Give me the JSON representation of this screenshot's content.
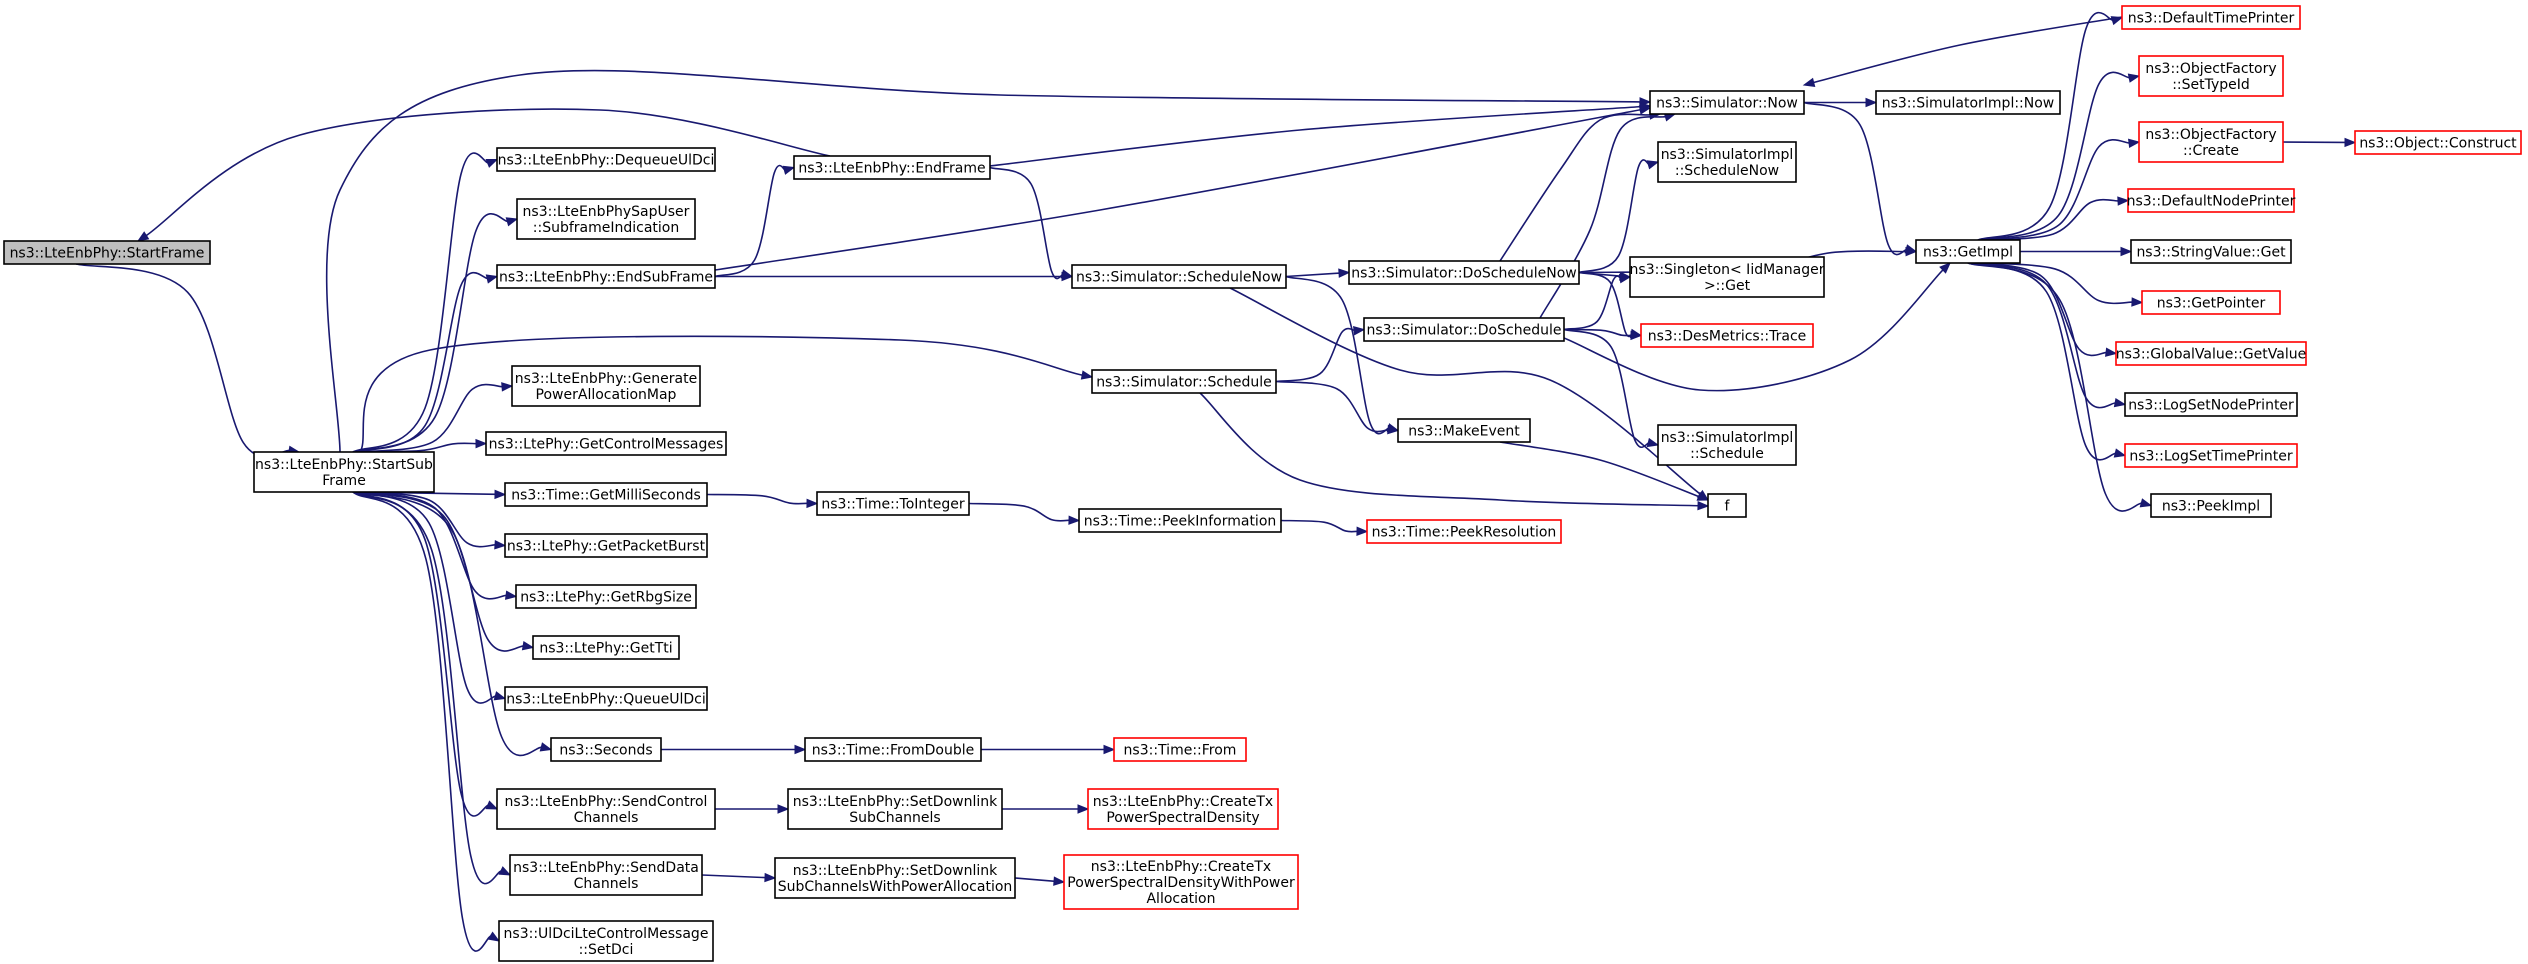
{
  "colors": {
    "edge": "#191970",
    "root_fill": "#bfbfbf",
    "node_border": "#000000",
    "undocumented_border": "#ff0000"
  },
  "nodes": {
    "start_frame": {
      "lines": [
        "ns3::LteEnbPhy::StartFrame"
      ],
      "style": "root"
    },
    "start_subframe": {
      "lines": [
        "ns3::LteEnbPhy::StartSub",
        "Frame"
      ],
      "style": "normal"
    },
    "dequeue_ul_dci": {
      "lines": [
        "ns3::LteEnbPhy::DequeueUlDci"
      ],
      "style": "normal"
    },
    "sap_user_subframe": {
      "lines": [
        "ns3::LteEnbPhySapUser",
        "::SubframeIndication"
      ],
      "style": "normal"
    },
    "end_subframe": {
      "lines": [
        "ns3::LteEnbPhy::EndSubFrame"
      ],
      "style": "normal"
    },
    "generate_power_map": {
      "lines": [
        "ns3::LteEnbPhy::Generate",
        "PowerAllocationMap"
      ],
      "style": "normal"
    },
    "get_control_messages": {
      "lines": [
        "ns3::LtePhy::GetControlMessages"
      ],
      "style": "normal"
    },
    "get_milliseconds": {
      "lines": [
        "ns3::Time::GetMilliSeconds"
      ],
      "style": "normal"
    },
    "get_packet_burst": {
      "lines": [
        "ns3::LtePhy::GetPacketBurst"
      ],
      "style": "normal"
    },
    "get_rbg_size": {
      "lines": [
        "ns3::LtePhy::GetRbgSize"
      ],
      "style": "normal"
    },
    "get_tti": {
      "lines": [
        "ns3::LtePhy::GetTti"
      ],
      "style": "normal"
    },
    "queue_ul_dci": {
      "lines": [
        "ns3::LteEnbPhy::QueueUlDci"
      ],
      "style": "normal"
    },
    "seconds": {
      "lines": [
        "ns3::Seconds"
      ],
      "style": "normal"
    },
    "send_control_channels": {
      "lines": [
        "ns3::LteEnbPhy::SendControl",
        "Channels"
      ],
      "style": "normal"
    },
    "send_data_channels": {
      "lines": [
        "ns3::LteEnbPhy::SendData",
        "Channels"
      ],
      "style": "normal"
    },
    "ul_dci_set_dci": {
      "lines": [
        "ns3::UlDciLteControlMessage",
        "::SetDci"
      ],
      "style": "normal"
    },
    "end_frame": {
      "lines": [
        "ns3::LteEnbPhy::EndFrame"
      ],
      "style": "normal"
    },
    "schedule_now": {
      "lines": [
        "ns3::Simulator::ScheduleNow"
      ],
      "style": "normal"
    },
    "schedule": {
      "lines": [
        "ns3::Simulator::Schedule"
      ],
      "style": "normal"
    },
    "to_integer": {
      "lines": [
        "ns3::Time::ToInteger"
      ],
      "style": "normal"
    },
    "peek_information": {
      "lines": [
        "ns3::Time::PeekInformation"
      ],
      "style": "normal"
    },
    "peek_resolution": {
      "lines": [
        "ns3::Time::PeekResolution"
      ],
      "style": "red"
    },
    "from_double": {
      "lines": [
        "ns3::Time::FromDouble"
      ],
      "style": "normal"
    },
    "time_from": {
      "lines": [
        "ns3::Time::From"
      ],
      "style": "red"
    },
    "set_downlink_subchannels": {
      "lines": [
        "ns3::LteEnbPhy::SetDownlink",
        "SubChannels"
      ],
      "style": "normal"
    },
    "create_tx_psd": {
      "lines": [
        "ns3::LteEnbPhy::CreateTx",
        "PowerSpectralDensity"
      ],
      "style": "red"
    },
    "set_downlink_subchannels_power": {
      "lines": [
        "ns3::LteEnbPhy::SetDownlink",
        "SubChannelsWithPowerAllocation"
      ],
      "style": "normal"
    },
    "create_tx_psd_power": {
      "lines": [
        "ns3::LteEnbPhy::CreateTx",
        "PowerSpectralDensityWithPower",
        "Allocation"
      ],
      "style": "red"
    },
    "do_schedule_now": {
      "lines": [
        "ns3::Simulator::DoScheduleNow"
      ],
      "style": "normal"
    },
    "do_schedule": {
      "lines": [
        "ns3::Simulator::DoSchedule"
      ],
      "style": "normal"
    },
    "make_event": {
      "lines": [
        "ns3::MakeEvent"
      ],
      "style": "normal"
    },
    "simulator_now": {
      "lines": [
        "ns3::Simulator::Now"
      ],
      "style": "normal"
    },
    "impl_schedule_now": {
      "lines": [
        "ns3::SimulatorImpl",
        "::ScheduleNow"
      ],
      "style": "normal"
    },
    "singleton_get": {
      "lines": [
        "ns3::Singleton< IidManager",
        ">::Get"
      ],
      "style": "normal"
    },
    "des_metrics_trace": {
      "lines": [
        "ns3::DesMetrics::Trace"
      ],
      "style": "red"
    },
    "impl_schedule": {
      "lines": [
        "ns3::SimulatorImpl",
        "::Schedule"
      ],
      "style": "normal"
    },
    "f": {
      "lines": [
        "f"
      ],
      "style": "normal"
    },
    "impl_now": {
      "lines": [
        "ns3::SimulatorImpl::Now"
      ],
      "style": "normal"
    },
    "get_impl": {
      "lines": [
        "ns3::GetImpl"
      ],
      "style": "normal"
    },
    "default_time_printer": {
      "lines": [
        "ns3::DefaultTimePrinter"
      ],
      "style": "red"
    },
    "object_factory_set_type_id": {
      "lines": [
        "ns3::ObjectFactory",
        "::SetTypeId"
      ],
      "style": "red"
    },
    "object_factory_create": {
      "lines": [
        "ns3::ObjectFactory",
        "::Create"
      ],
      "style": "red"
    },
    "object_construct": {
      "lines": [
        "ns3::Object::Construct"
      ],
      "style": "red"
    },
    "default_node_printer": {
      "lines": [
        "ns3::DefaultNodePrinter"
      ],
      "style": "red"
    },
    "string_value_get": {
      "lines": [
        "ns3::StringValue::Get"
      ],
      "style": "normal"
    },
    "get_pointer": {
      "lines": [
        "ns3::GetPointer"
      ],
      "style": "red"
    },
    "global_value_get_value": {
      "lines": [
        "ns3::GlobalValue::GetValue"
      ],
      "style": "red"
    },
    "log_set_node_printer": {
      "lines": [
        "ns3::LogSetNodePrinter"
      ],
      "style": "normal"
    },
    "log_set_time_printer": {
      "lines": [
        "ns3::LogSetTimePrinter"
      ],
      "style": "red"
    },
    "peek_impl": {
      "lines": [
        "ns3::PeekImpl"
      ],
      "style": "normal"
    }
  },
  "edges": [
    [
      "start_frame",
      "start_subframe"
    ],
    [
      "start_subframe",
      "dequeue_ul_dci"
    ],
    [
      "start_subframe",
      "sap_user_subframe"
    ],
    [
      "start_subframe",
      "end_subframe"
    ],
    [
      "start_subframe",
      "generate_power_map"
    ],
    [
      "start_subframe",
      "get_control_messages"
    ],
    [
      "start_subframe",
      "get_milliseconds"
    ],
    [
      "start_subframe",
      "get_packet_burst"
    ],
    [
      "start_subframe",
      "get_rbg_size"
    ],
    [
      "start_subframe",
      "get_tti"
    ],
    [
      "start_subframe",
      "queue_ul_dci"
    ],
    [
      "start_subframe",
      "seconds"
    ],
    [
      "start_subframe",
      "send_control_channels"
    ],
    [
      "start_subframe",
      "send_data_channels"
    ],
    [
      "start_subframe",
      "ul_dci_set_dci"
    ],
    [
      "start_subframe",
      "schedule"
    ],
    [
      "start_subframe",
      "simulator_now"
    ],
    [
      "end_subframe",
      "end_frame"
    ],
    [
      "end_subframe",
      "schedule_now"
    ],
    [
      "end_subframe",
      "simulator_now"
    ],
    [
      "end_frame",
      "start_frame"
    ],
    [
      "end_frame",
      "schedule_now"
    ],
    [
      "end_frame",
      "simulator_now"
    ],
    [
      "get_milliseconds",
      "to_integer"
    ],
    [
      "to_integer",
      "peek_information"
    ],
    [
      "peek_information",
      "peek_resolution"
    ],
    [
      "seconds",
      "from_double"
    ],
    [
      "from_double",
      "time_from"
    ],
    [
      "send_control_channels",
      "set_downlink_subchannels"
    ],
    [
      "set_downlink_subchannels",
      "create_tx_psd"
    ],
    [
      "send_data_channels",
      "set_downlink_subchannels_power"
    ],
    [
      "set_downlink_subchannels_power",
      "create_tx_psd_power"
    ],
    [
      "schedule_now",
      "do_schedule_now"
    ],
    [
      "schedule_now",
      "make_event"
    ],
    [
      "schedule_now",
      "f"
    ],
    [
      "schedule",
      "do_schedule"
    ],
    [
      "schedule",
      "make_event"
    ],
    [
      "schedule",
      "f"
    ],
    [
      "make_event",
      "f"
    ],
    [
      "do_schedule_now",
      "simulator_now"
    ],
    [
      "do_schedule_now",
      "impl_schedule_now"
    ],
    [
      "do_schedule_now",
      "singleton_get"
    ],
    [
      "do_schedule_now",
      "des_metrics_trace"
    ],
    [
      "do_schedule_now",
      "get_impl"
    ],
    [
      "do_schedule",
      "simulator_now"
    ],
    [
      "do_schedule",
      "singleton_get"
    ],
    [
      "do_schedule",
      "des_metrics_trace"
    ],
    [
      "do_schedule",
      "impl_schedule"
    ],
    [
      "do_schedule",
      "get_impl"
    ],
    [
      "simulator_now",
      "impl_now"
    ],
    [
      "simulator_now",
      "get_impl"
    ],
    [
      "get_impl",
      "default_time_printer"
    ],
    [
      "get_impl",
      "object_factory_set_type_id"
    ],
    [
      "get_impl",
      "object_factory_create"
    ],
    [
      "object_factory_create",
      "object_construct"
    ],
    [
      "get_impl",
      "default_node_printer"
    ],
    [
      "get_impl",
      "string_value_get"
    ],
    [
      "get_impl",
      "get_pointer"
    ],
    [
      "get_impl",
      "global_value_get_value"
    ],
    [
      "get_impl",
      "log_set_node_printer"
    ],
    [
      "get_impl",
      "log_set_time_printer"
    ],
    [
      "get_impl",
      "peek_impl"
    ],
    [
      "default_time_printer",
      "simulator_now"
    ]
  ]
}
